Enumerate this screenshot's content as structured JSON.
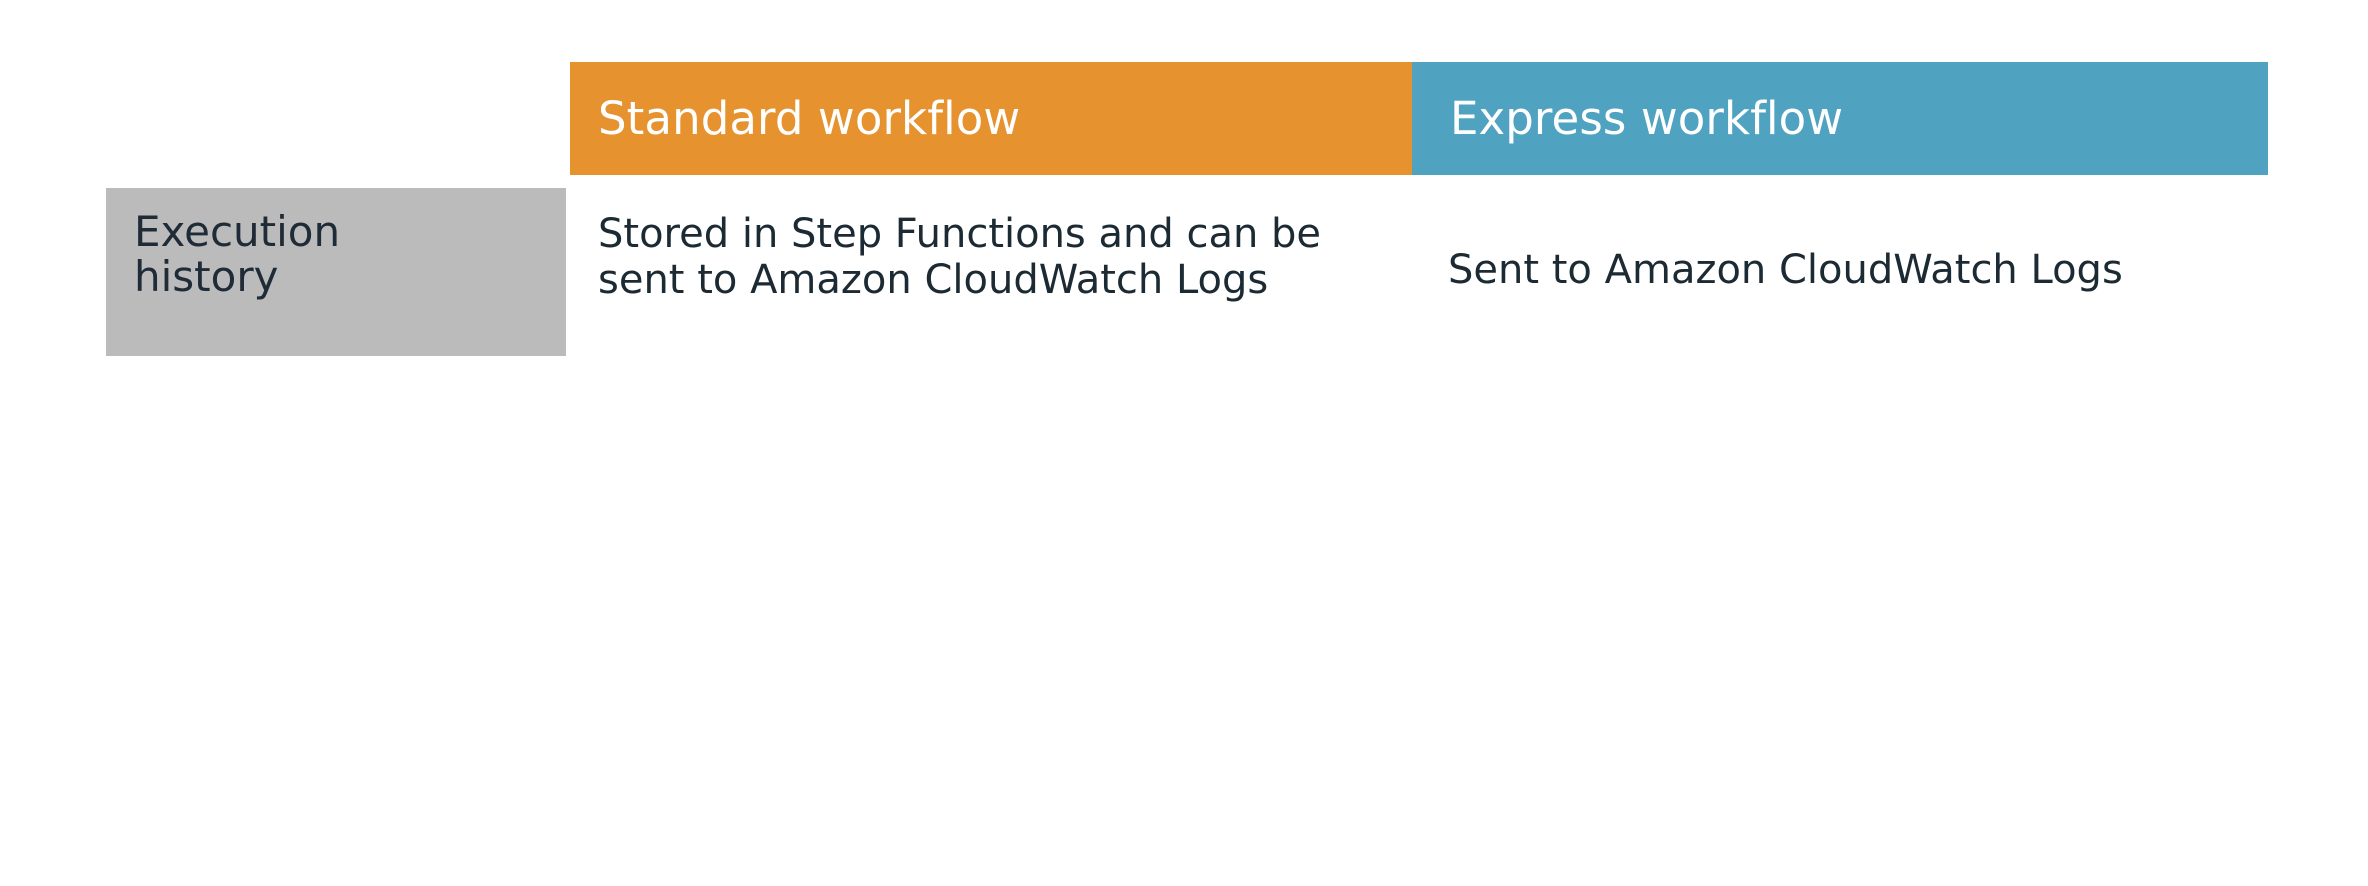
{
  "slide": {
    "background_color": "#ffffff"
  },
  "table": {
    "columns": [
      {
        "key": "standard",
        "label": "Standard workflow",
        "header_bg": "#e5922f",
        "header_text_color": "#ffffff"
      },
      {
        "key": "express",
        "label": "Express workflow",
        "header_bg": "#4fa3c0",
        "header_text_color": "#ffffff"
      }
    ],
    "rows": [
      {
        "label_line_1": "Execution",
        "label_line_2": "history",
        "label_bg": "#bbbbbb",
        "label_text_color": "#1f2b36",
        "standard_line_1": "Stored in Step Functions and can be",
        "standard_line_2": "sent to Amazon CloudWatch Logs",
        "express_line_1": "Sent to Amazon CloudWatch Logs",
        "body_text_color": "#1c2a33"
      }
    ]
  }
}
